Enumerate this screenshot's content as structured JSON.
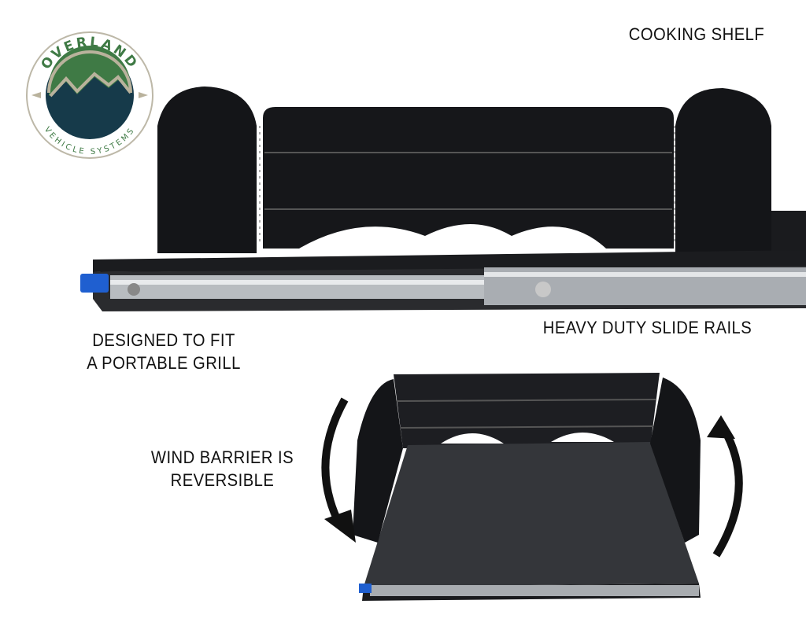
{
  "logo": {
    "top_text": "OVERLAND",
    "bottom_text": "VEHICLE SYSTEMS",
    "colors": {
      "green": "#3f7a45",
      "navy": "#163a4a",
      "tan": "#b9b29c"
    }
  },
  "labels": {
    "title": "COOKING SHELF",
    "grill_line1": "DESIGNED TO FIT",
    "grill_line2": "A PORTABLE GRILL",
    "rails": "HEAVY DUTY SLIDE RAILS",
    "wind_line1": "WIND BARRIER IS",
    "wind_line2": "REVERSIBLE"
  },
  "colors": {
    "panel": "#141518",
    "rail": "#b8bcc0",
    "latch": "#1f5fd0"
  }
}
